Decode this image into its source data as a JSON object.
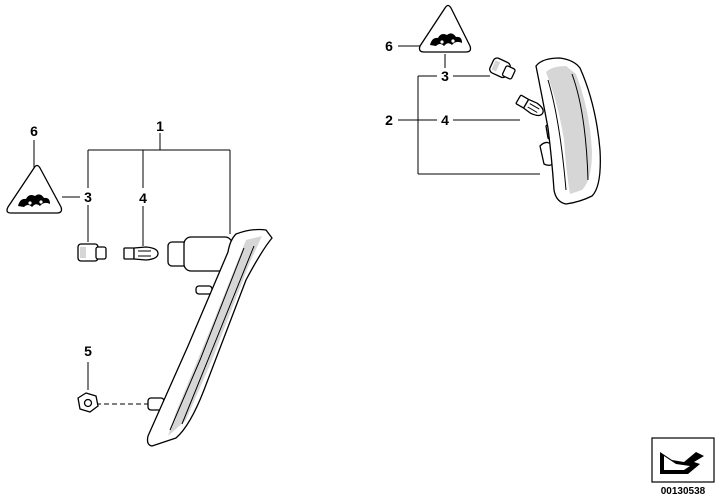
{
  "diagram": {
    "callouts": {
      "left_1": "1",
      "left_3": "3",
      "left_4": "4",
      "left_5": "5",
      "left_6": "6",
      "right_2": "2",
      "right_3": "3",
      "right_4": "4",
      "right_6": "6"
    },
    "diagram_number": "00130538",
    "icons": [
      "warning-triangle-icon",
      "direction-arrow-icon"
    ]
  }
}
